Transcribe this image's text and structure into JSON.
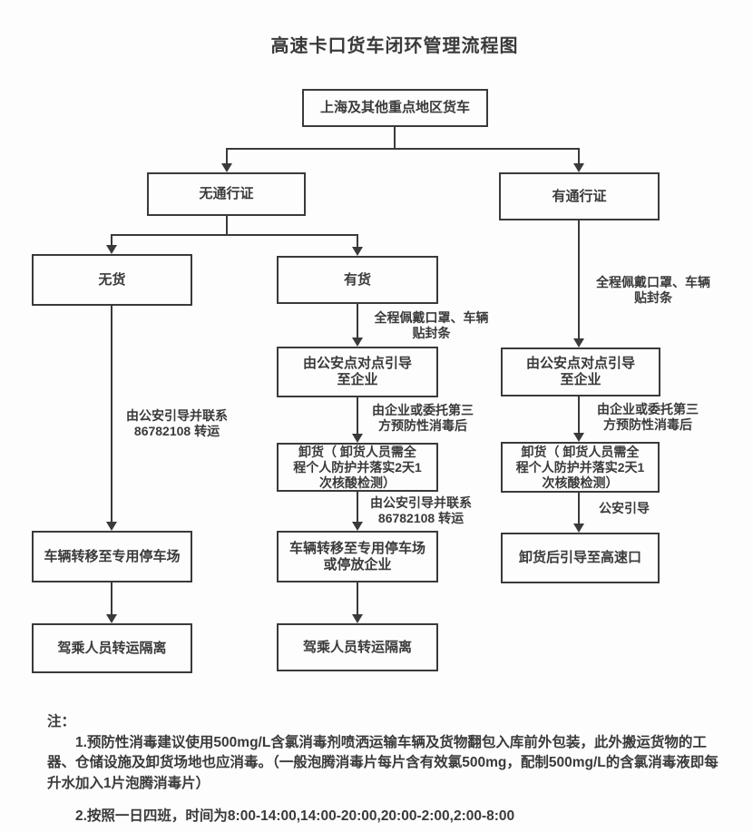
{
  "title": "高速卡口货车闭环管理流程图",
  "colors": {
    "line": "#3a3a3a",
    "text": "#3a3a3a",
    "background": "#fdfdfd"
  },
  "nodes": {
    "start": "上海及其他重点地区货车",
    "no_pass": "无通行证",
    "has_pass": "有通行证",
    "no_cargo": "无货",
    "has_cargo": "有货",
    "mid_guide": "由公安点对点引导\n至企业",
    "mid_unload": "卸货（ 卸货人员需全\n程个人防护并落实2天1\n次核酸检测）",
    "mid_transfer": "车辆转移至专用停车场\n或停放企业",
    "mid_quarantine": "驾乘人员转运隔离",
    "left_transfer": "车辆转移至专用停车场",
    "left_quarantine": "驾乘人员转运隔离",
    "right_guide": "由公安点对点引导\n至企业",
    "right_unload": "卸货（ 卸货人员需全\n程个人防护并落实2天1\n次核酸检测）",
    "right_exit": "卸货后引导至高速口"
  },
  "edge_labels": {
    "left_police_call": "由公安引导并联系\n86782108 转运",
    "mid_mask_seal": "全程佩戴口罩、车辆\n贴封条",
    "mid_disinfect": "由企业或委托第三\n方预防性消毒后",
    "mid_police_call": "由公安引导并联系\n86782108 转运",
    "right_mask_seal": "全程佩戴口罩、车辆\n贴封条",
    "right_disinfect": "由企业或委托第三\n方预防性消毒后",
    "right_police_guide": "公安引导"
  },
  "notes": {
    "label": "注：",
    "note1": "1.预防性消毒建议使用500mg/L含氯消毒剂喷洒运输车辆及货物翻包入库前外包装，此外搬运货物的工器、仓储设施及卸货场地也应消毒。（一般泡腾消毒片每片含有效氯500mg，配制500mg/L的含氯消毒液即每升水加入1片泡腾消毒片）",
    "note2": "2.按照一日四班，时间为8:00-14:00,14:00-20:00,20:00-2:00,2:00-8:00"
  }
}
